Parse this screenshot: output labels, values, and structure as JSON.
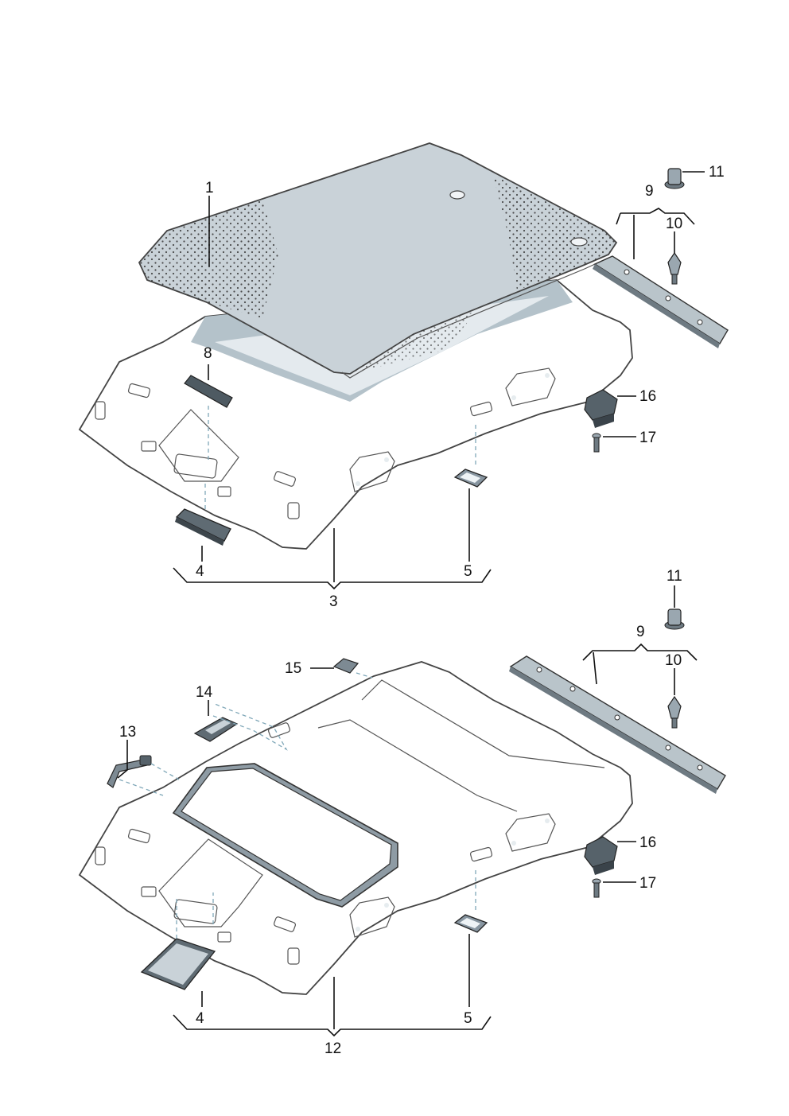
{
  "colors": {
    "headliner": "#d6dde2",
    "headliner_shadow": "#a9b8c1",
    "headliner_highlight": "#eef3f6",
    "panel": "#c7d0d5",
    "dots": "#333333",
    "part_dark": "#55616a",
    "line": "#111111"
  },
  "upper_assembly": {
    "callouts": {
      "c1": "1",
      "c3": "3",
      "c4": "4",
      "c5": "5",
      "c8": "8",
      "c9": "9",
      "c10": "10",
      "c11": "11",
      "c16": "16",
      "c17": "17"
    }
  },
  "lower_assembly": {
    "callouts": {
      "c4": "4",
      "c5": "5",
      "c9": "9",
      "c10": "10",
      "c11": "11",
      "c12": "12",
      "c13": "13",
      "c14": "14",
      "c15": "15",
      "c16": "16",
      "c17": "17"
    }
  }
}
